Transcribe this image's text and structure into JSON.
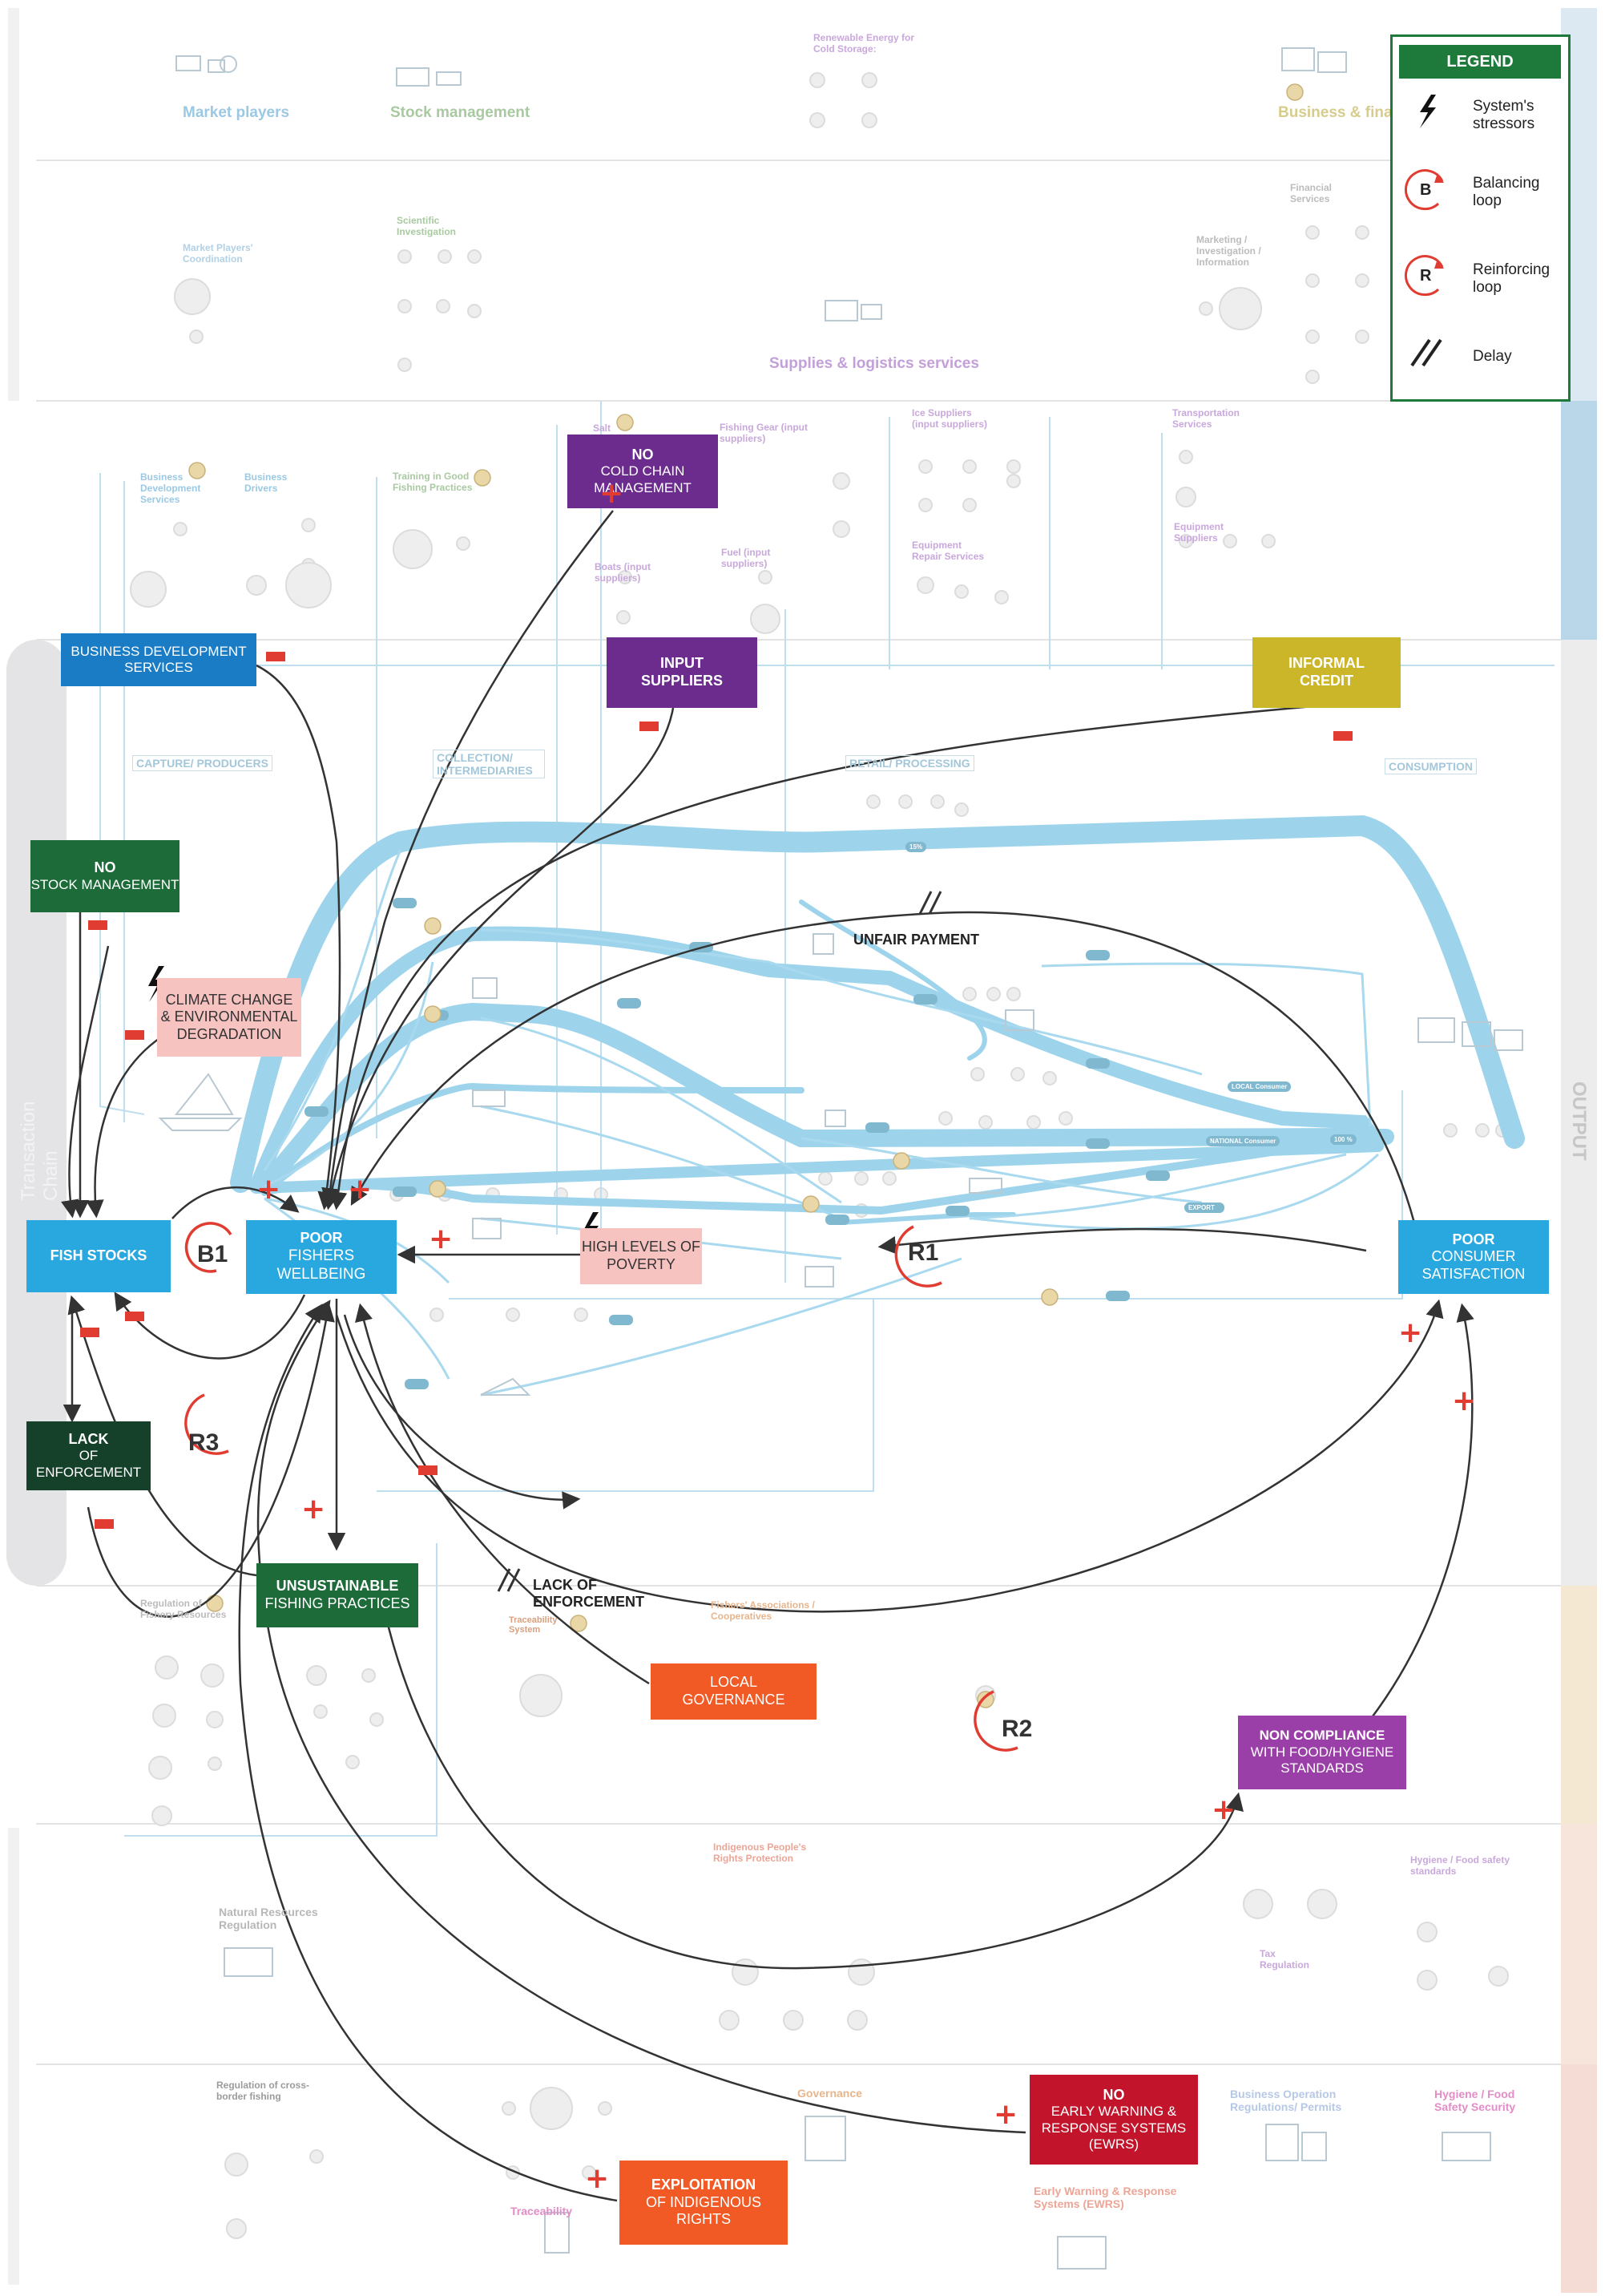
{
  "legend": {
    "title": "LEGEND",
    "stressors": "System's stressors",
    "balancing": "Balancing loop",
    "reinforcing": "Reinforcing loop",
    "delay": "Delay",
    "b_symbol": "B",
    "r_symbol": "R"
  },
  "colors": {
    "blue_node": "#29a8e0",
    "dark_green": "#1e6b3a",
    "red": "#e03c31",
    "flow_blue": "#9dd4ec"
  },
  "top_band": {
    "market_players": "Market players",
    "stock_management": "Stock management",
    "business_financial": "Business & financial services",
    "renewable_energy": "Renewable Energy for Cold Storage:",
    "supplies_logistics": "Supplies & logistics services",
    "market_coordination": "Market Players' Coordination",
    "scientific_investigation": "Scientific Investigation",
    "marketing_investigation": "Marketing / Investigation / Information",
    "financial_services": "Financial Services"
  },
  "middle_band": {
    "business_dev_services": "Business Development Services",
    "business_drivers": "Business Drivers",
    "training": "Training in Good Fishing Practices",
    "salt": "Salt",
    "fishing_gear": "Fishing Gear (input suppliers)",
    "boats": "Boats (input suppliers)",
    "fuel": "Fuel (input suppliers)",
    "ice_suppliers": "Ice Suppliers (input suppliers)",
    "equipment_repair": "Equipment Repair Services",
    "transportation": "Transportation Services",
    "equipment_suppliers": "Equipment Suppliers"
  },
  "chain_labels": {
    "capture": "CAPTURE/ PRODUCERS",
    "collection": "COLLECTION/ INTERMEDIARIES",
    "retail": "RETAIL/ PROCESSING",
    "consumption": "CONSUMPTION",
    "transaction_chain": "Transaction Chain",
    "output": "OUTPUT"
  },
  "lower_band": {
    "regulation_fishery": "Regulation of Fishery Resources",
    "traceability_system": "Traceability System",
    "fishers_associations": "Fishers' Associations / Cooperatives",
    "indigenous_rights_protection": "Indigenous People's Rights Protection",
    "hygiene_standards": "Hygiene / Food safety standards",
    "natural_resources": "Natural Resources Regulation",
    "tax_regulation": "Tax Regulation",
    "cross_border": "Regulation of cross-border fishing",
    "governance": "Governance",
    "traceability": "Traceability",
    "ewrs": "Early Warning & Response Systems (EWRS)",
    "business_operation": "Business Operation Regulations/ Permits",
    "hygiene_food_security": "Hygiene / Food Safety Security"
  },
  "nodes": {
    "business_dev": {
      "line1": "BUSINESS DEVELOPMENT",
      "line2": "SERVICES"
    },
    "cold_chain": {
      "line1": "NO",
      "line2": "COLD CHAIN MANAGEMENT"
    },
    "input_suppliers": {
      "line1": "INPUT",
      "line2": "SUPPLIERS"
    },
    "informal_credit": {
      "line1": "INFORMAL",
      "line2": "CREDIT"
    },
    "no_stock": {
      "line1": "NO",
      "line2": "STOCK MANAGEMENT"
    },
    "climate": {
      "line1": "CLIMATE CHANGE",
      "line2": "& ENVIRONMENTAL DEGRADATION"
    },
    "fish_stocks": {
      "line1": "FISH STOCKS"
    },
    "poor_fishers": {
      "line1": "POOR",
      "line2": "FISHERS WELLBEING"
    },
    "poverty": {
      "line1": "HIGH LEVELS OF",
      "line2": "POVERTY"
    },
    "poor_consumer": {
      "line1": "POOR",
      "line2": "CONSUMER SATISFACTION"
    },
    "lack_enforcement": {
      "line1": "LACK",
      "line2": "OF ENFORCEMENT"
    },
    "unsustainable": {
      "line1": "UNSUSTAINABLE",
      "line2": "FISHING PRACTICES"
    },
    "local_governance": {
      "line1": "LOCAL",
      "line2": "GOVERNANCE"
    },
    "non_compliance": {
      "line1": "NON COMPLIANCE",
      "line2": "WITH FOOD/HYGIENE STANDARDS"
    },
    "no_ewrs": {
      "line1": "NO",
      "line2": "EARLY WARNING & RESPONSE SYSTEMS (EWRS)"
    },
    "exploitation": {
      "line1": "EXPLOITATION",
      "line2": "OF INDIGENOUS RIGHTS"
    }
  },
  "annotations": {
    "unfair_payment": "UNFAIR PAYMENT",
    "lack_of_enforcement": "LACK OF ENFORCEMENT"
  },
  "loops": {
    "b1": "B1",
    "r1": "R1",
    "r2": "R2",
    "r3": "R3"
  },
  "market_nodes": {
    "local_consumer": "LOCAL Consumer",
    "national_consumer": "NATIONAL Consumer",
    "export": "EXPORT",
    "percent_100": "100 %",
    "percent_15": "15%"
  }
}
